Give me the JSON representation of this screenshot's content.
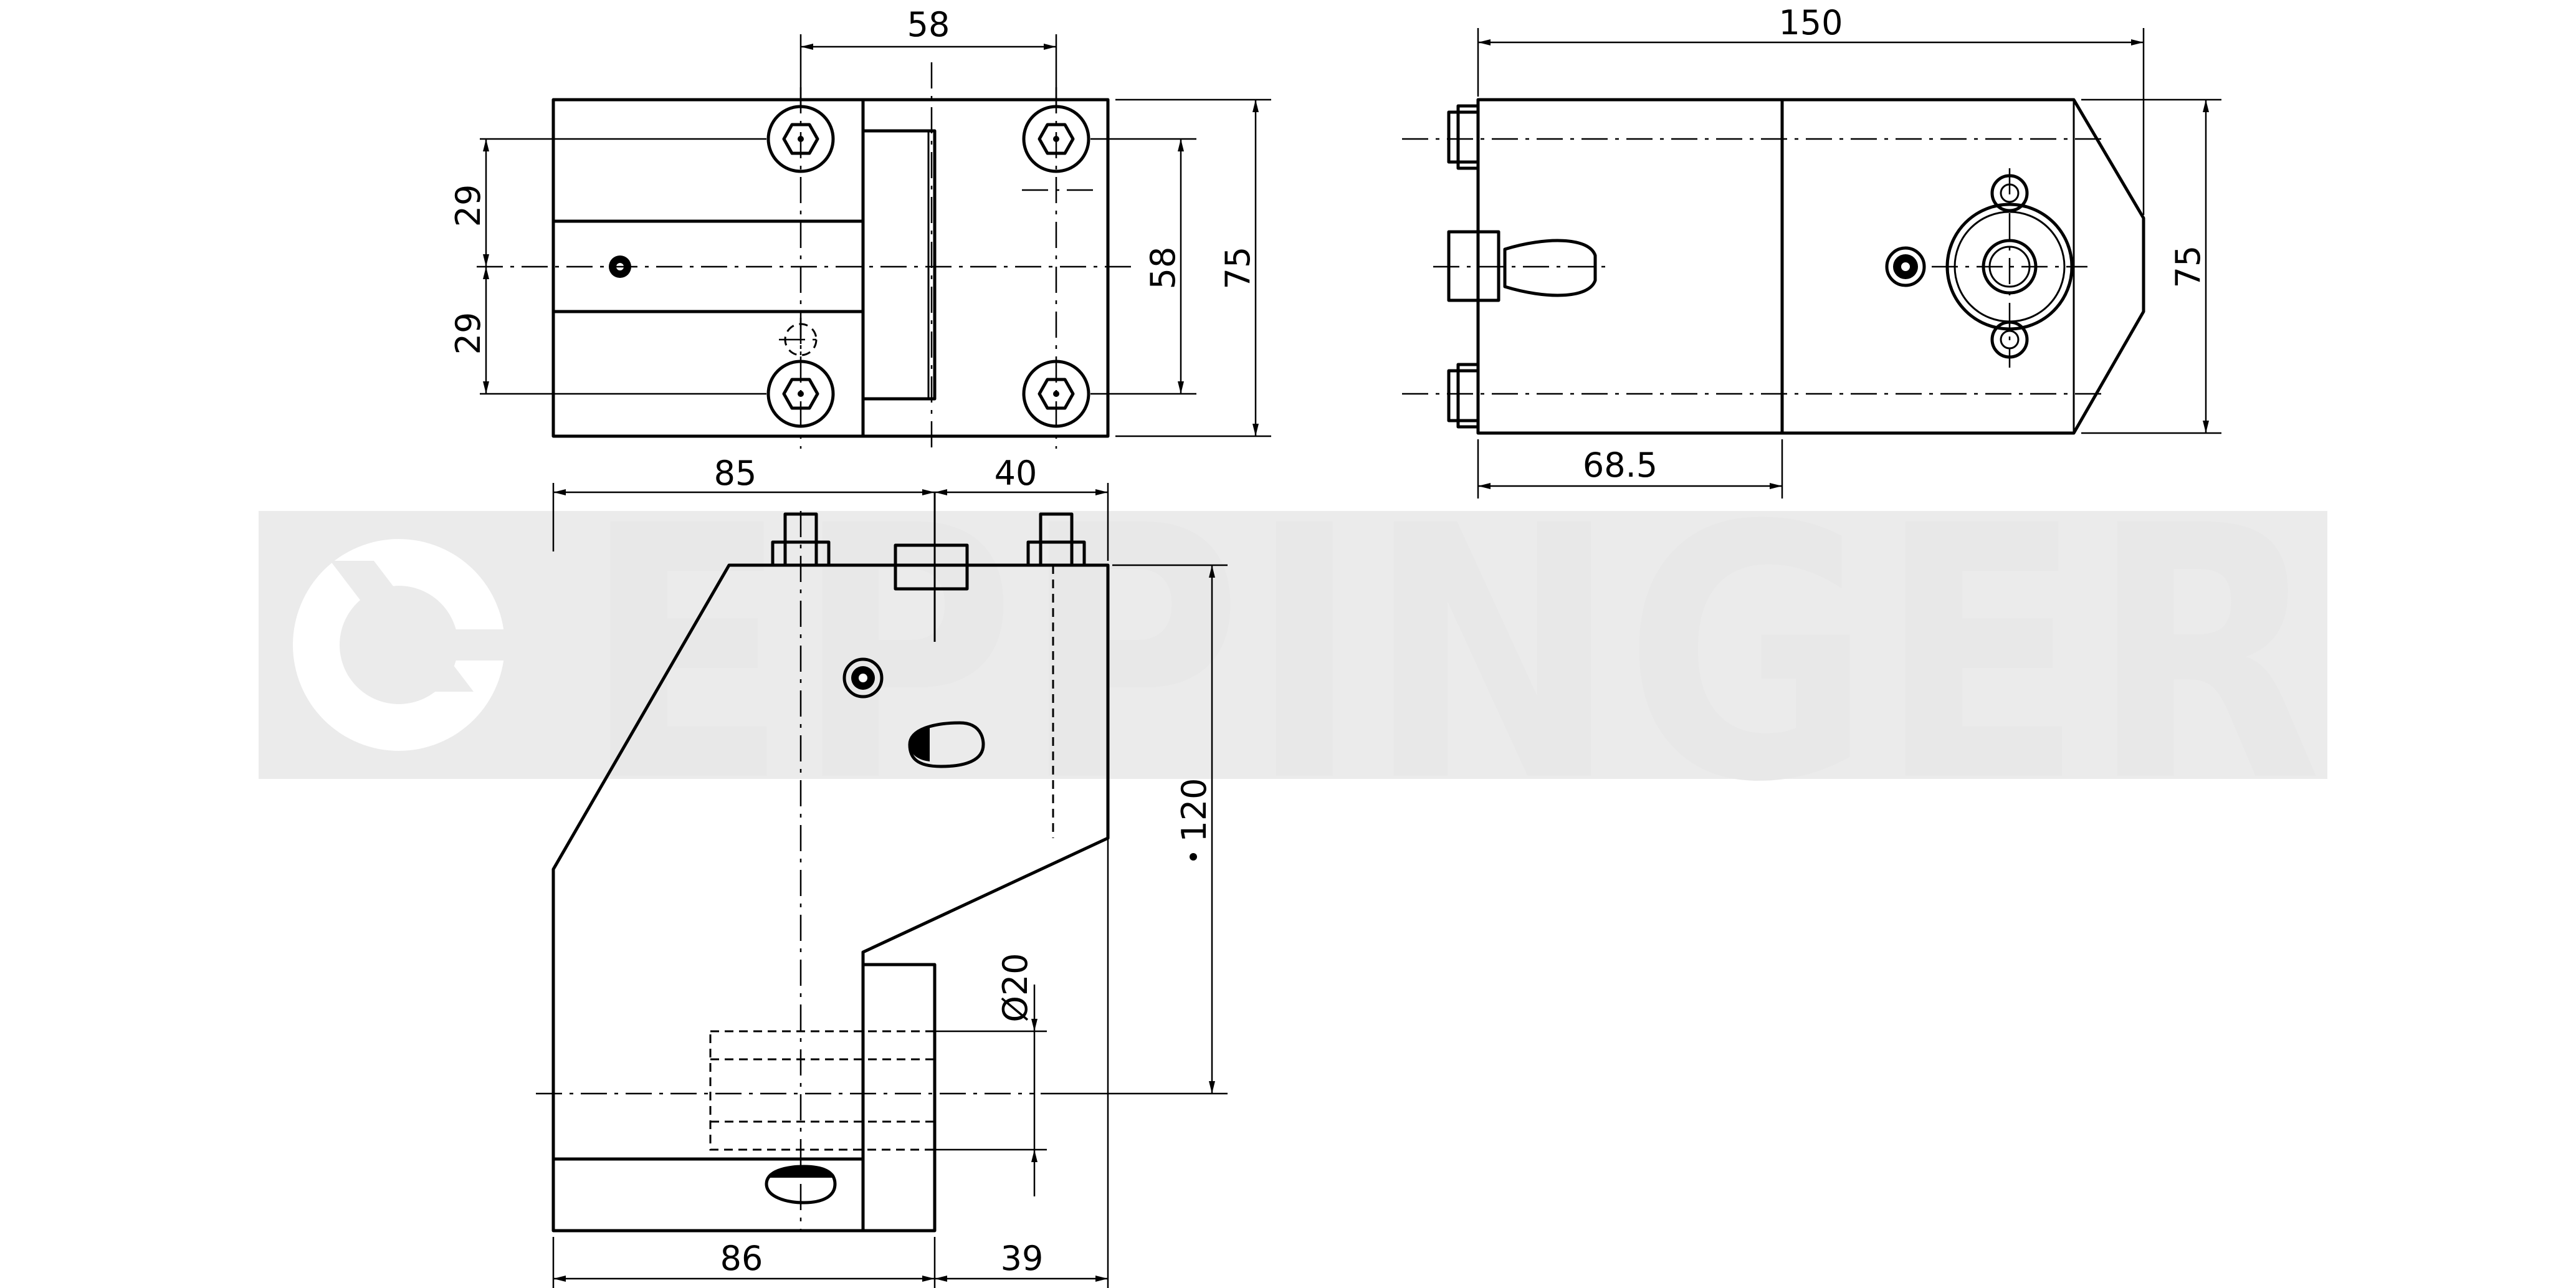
{
  "watermark": {
    "brand_text": "EPPINGER"
  },
  "dimensions": {
    "top_view": {
      "hole_spacing_width": "58",
      "upper_offset": "29",
      "lower_offset": "29",
      "hole_spacing_height": "58",
      "overall_height": "75"
    },
    "side_view": {
      "overall_length": "150",
      "height": "75",
      "body_length": "68.5"
    },
    "front_view": {
      "left_width": "85",
      "right_width": "40",
      "overall_height": "120",
      "bore_diameter": "Ø20",
      "bottom_left_width": "86",
      "bottom_right_width": "39"
    }
  },
  "colors": {
    "line": "#000000",
    "watermark": "#e8e8e8",
    "background": "#ffffff"
  }
}
